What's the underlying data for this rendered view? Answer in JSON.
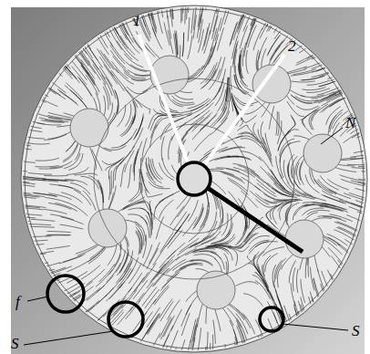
{
  "diagram": {
    "labels": [
      "1",
      "2",
      "N",
      "f",
      "S",
      "S"
    ]
  }
}
